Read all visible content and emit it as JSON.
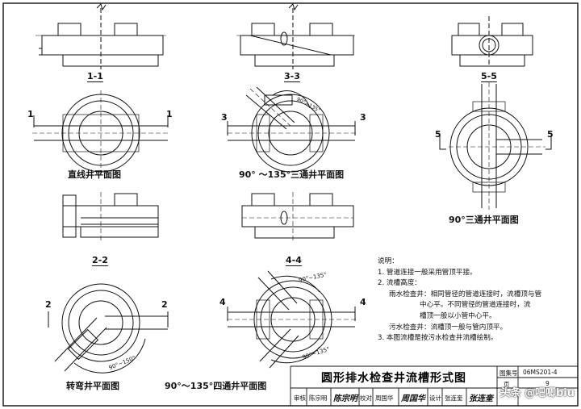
{
  "sections": {
    "s1": "1-1",
    "s2": "2-2",
    "s3": "3-3",
    "s4": "4-4",
    "s5": "5-5"
  },
  "markers": {
    "m1": "1",
    "m2": "2",
    "m3": "3",
    "m4": "4",
    "m5": "5"
  },
  "captions": {
    "straight": "直线井平面图",
    "tee_135": "90° ～135°三通井平面图",
    "tee_90": "90°三通井平面图",
    "bend": "转弯井平面图",
    "cross": "90°～135°四通井平面图"
  },
  "angles": {
    "a1": "90°~135°",
    "a2": "90°~135°",
    "a3": "90°~135°",
    "a4": "90°~150°"
  },
  "notes": {
    "heading": "说明：",
    "n1": "1. 管道连接一般采用管顶平接。",
    "n2": "2. 流槽高度：",
    "n2a": "雨水检查井：相同管径的管道连接时，流槽顶与管",
    "n2b": "中心平。不同管径的管道连接时，流",
    "n2c": "槽顶一般以小管中心平。",
    "n2d": "污水检查井：流槽顶一般与管内顶平。",
    "n3": "3. 本图流槽是按污水检查井流槽绘制。"
  },
  "title_block": {
    "title": "圆形排水检查井流槽形式图",
    "atlas_label": "图集号",
    "atlas_no": "06MS201-4",
    "page_label": "页",
    "page_no": "9",
    "review_label": "审核",
    "review_name": "陈宗明",
    "check_label": "校对",
    "check_name": "周国华",
    "design_label": "设计",
    "design_name": "张连奎",
    "sig1": "陈宗明",
    "sig2": "周国华",
    "sig3": "张连奎"
  },
  "watermark": "头条 @吧唧biu"
}
